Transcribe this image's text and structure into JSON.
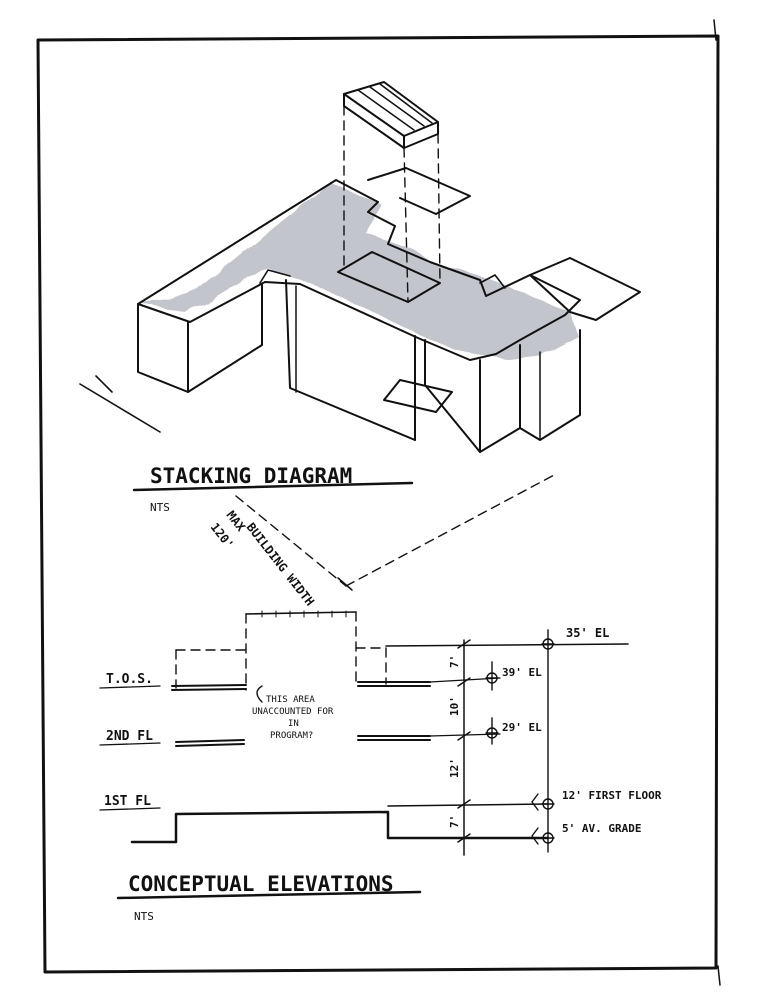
{
  "stacking": {
    "title": "STACKING DIAGRAM",
    "scale": "NTS",
    "width_note_1": "MAX",
    "width_note_2": "120'",
    "width_note_3": "BUILDING WIDTH"
  },
  "elevations": {
    "title": "CONCEPTUAL ELEVATIONS",
    "scale": "NTS",
    "levels": {
      "tos": "T.O.S.",
      "second": "2ND FL",
      "first": "1ST FL"
    },
    "note": [
      "THIS AREA",
      "UNACCOUNTED FOR",
      "IN",
      "PROGRAM?"
    ],
    "dims": {
      "d7_top": "7'",
      "d10": "10'",
      "d12": "12'",
      "d7_bottom": "7'"
    },
    "elevs": {
      "e35": "35' EL",
      "e39": "39' EL",
      "e29": "29' EL",
      "first_floor": "12' FIRST FLOOR",
      "grade": "5' AV. GRADE"
    }
  },
  "colors": {
    "ink": "#111111",
    "shade": "#b9bcc4",
    "paper": "#ffffff"
  }
}
